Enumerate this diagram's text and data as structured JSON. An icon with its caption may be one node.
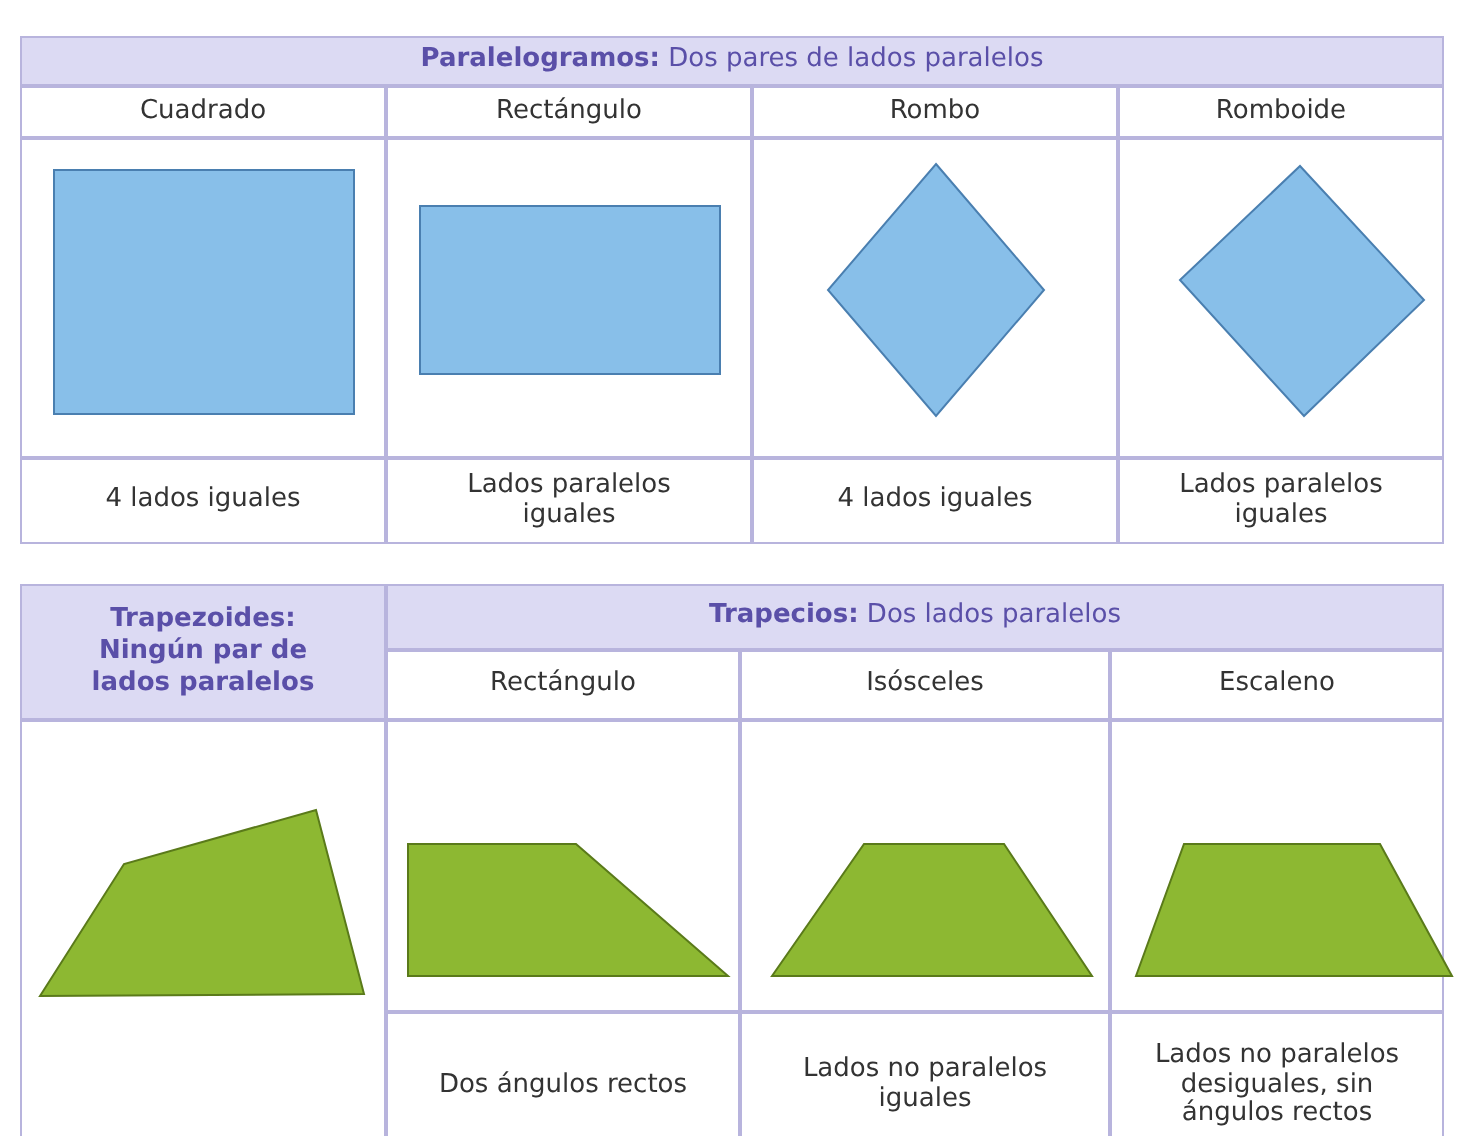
{
  "diagram": {
    "labels": [
      "**Paralelogramos:** Dos pares de lados paralelos",
      "Cuadrado",
      "Rectángulo",
      "Rombo",
      "Romboide",
      "4 lados iguales",
      "Lados paralelos iguales",
      "4 lados iguales",
      "Lados paralelos iguales",
      "Trapezoides: Ningún par de lados paralelos",
      "**Trapecios:** Dos lados paralelos",
      "Rectángulo",
      "Isósceles",
      "Escaleno",
      "Dos ángulos rectos",
      "Lados no paralelos iguales",
      "Lados no paralelos desiguales, sin ángulos rectos"
    ]
  }
}
